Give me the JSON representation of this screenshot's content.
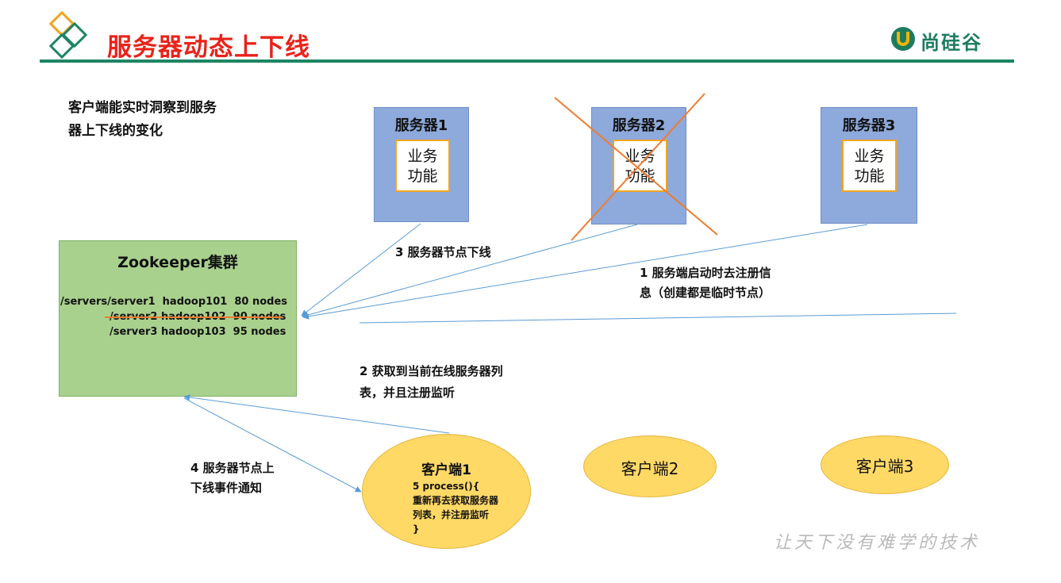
{
  "slide": {
    "title": "服务器动态上下线",
    "brand": "尚硅谷",
    "slogan": "让天下没有难学的技术"
  },
  "intro": {
    "line1": "客户端能实时洞察到服务",
    "line2": "器上下线的变化"
  },
  "servers": [
    {
      "name": "服务器1",
      "func1": "业务",
      "func2": "功能",
      "offline": false
    },
    {
      "name": "服务器2",
      "func1": "业务",
      "func2": "功能",
      "offline": true
    },
    {
      "name": "服务器3",
      "func1": "业务",
      "func2": "功能",
      "offline": false
    }
  ],
  "zookeeper": {
    "title": "Zookeeper集群",
    "rows": [
      {
        "text": "/servers/server1  hadoop101  80 nodes",
        "struck": false
      },
      {
        "text": "/server2 hadoop102  90 nodes",
        "struck": true
      },
      {
        "text": "/server3 hadoop103  95 nodes",
        "struck": false
      }
    ]
  },
  "steps": {
    "step1_line1": "1  服务端启动时去注册信",
    "step1_line2": "息（创建都是临时节点）",
    "step2_line1": "2  获取到当前在线服务器列",
    "step2_line2": "表，并且注册监听",
    "step3": "3 服务器节点下线",
    "step4_line1": "4  服务器节点上",
    "step4_line2": "下线事件通知"
  },
  "clients": {
    "client1": {
      "name": "客户端1",
      "proc_line1": "5 process(){",
      "proc_line2": "重新再去获取服务器",
      "proc_line3": "列表，并注册监听",
      "proc_line4": "}"
    },
    "client2": {
      "name": "客户端2"
    },
    "client3": {
      "name": "客户端3"
    }
  },
  "colors": {
    "title_red": "#e8231a",
    "brand_green": "#1d8563",
    "server_blue": "#8ea9db",
    "zk_green": "#a9d18e",
    "client_yellow": "#ffd966",
    "arrow_blue": "#5b9bd5",
    "cross_orange": "#ed7d31"
  }
}
